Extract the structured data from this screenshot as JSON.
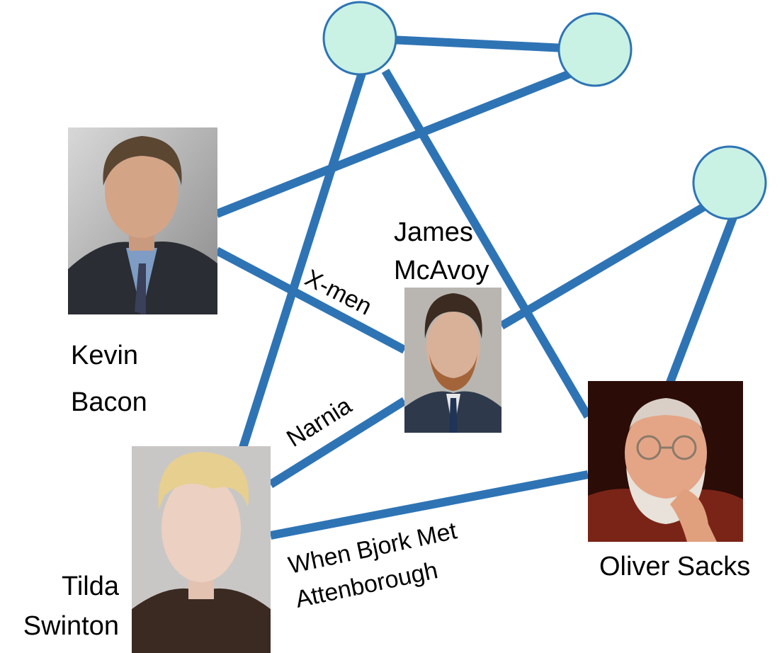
{
  "people": {
    "kevin": {
      "name_line1": "Kevin",
      "name_line2": "Bacon"
    },
    "james": {
      "name_line1": "James",
      "name_line2": "McAvoy"
    },
    "tilda": {
      "name_line1": "Tilda",
      "name_line2": "Swinton"
    },
    "oliver": {
      "name_line1": "Oliver Sacks"
    }
  },
  "edges": {
    "xmen": "X-men",
    "narnia": "Narnia",
    "bjork_line1": "When Bjork Met",
    "bjork_line2": "Attenborough"
  },
  "colors": {
    "edge": "#2e74b5",
    "blank_node_fill": "#c9f1e4"
  }
}
